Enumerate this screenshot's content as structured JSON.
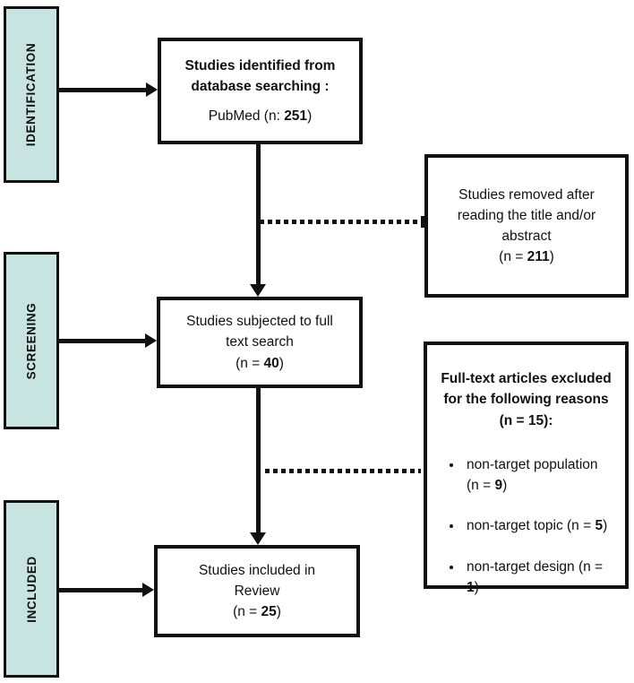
{
  "palette": {
    "stage_fill": "#c7e4e1",
    "line_color": "#111111",
    "box_bg": "#ffffff"
  },
  "stages": [
    {
      "label": "IDENTIFICATION"
    },
    {
      "label": "SCREENING"
    },
    {
      "label": "INCLUDED"
    }
  ],
  "flow": {
    "identified": {
      "title": "Studies identified from\ndatabase searching :",
      "body": "PubMed (n: **251**)"
    },
    "fulltext": "Studies subjected to full\ntext search\n(n = **40**)",
    "included": "Studies included in\nReview\n(n = **25**)",
    "removed": "Studies removed after\nreading the title and/or\nabstract\n(n = **211**)",
    "excluded": {
      "header": "Full-text articles excluded\nfor the following reasons\n(n = 15):",
      "bullets": [
        "non-target population\n(n = **9**)",
        "non-target topic (n = **5**)",
        "non-target design (n = **1**)"
      ]
    }
  }
}
